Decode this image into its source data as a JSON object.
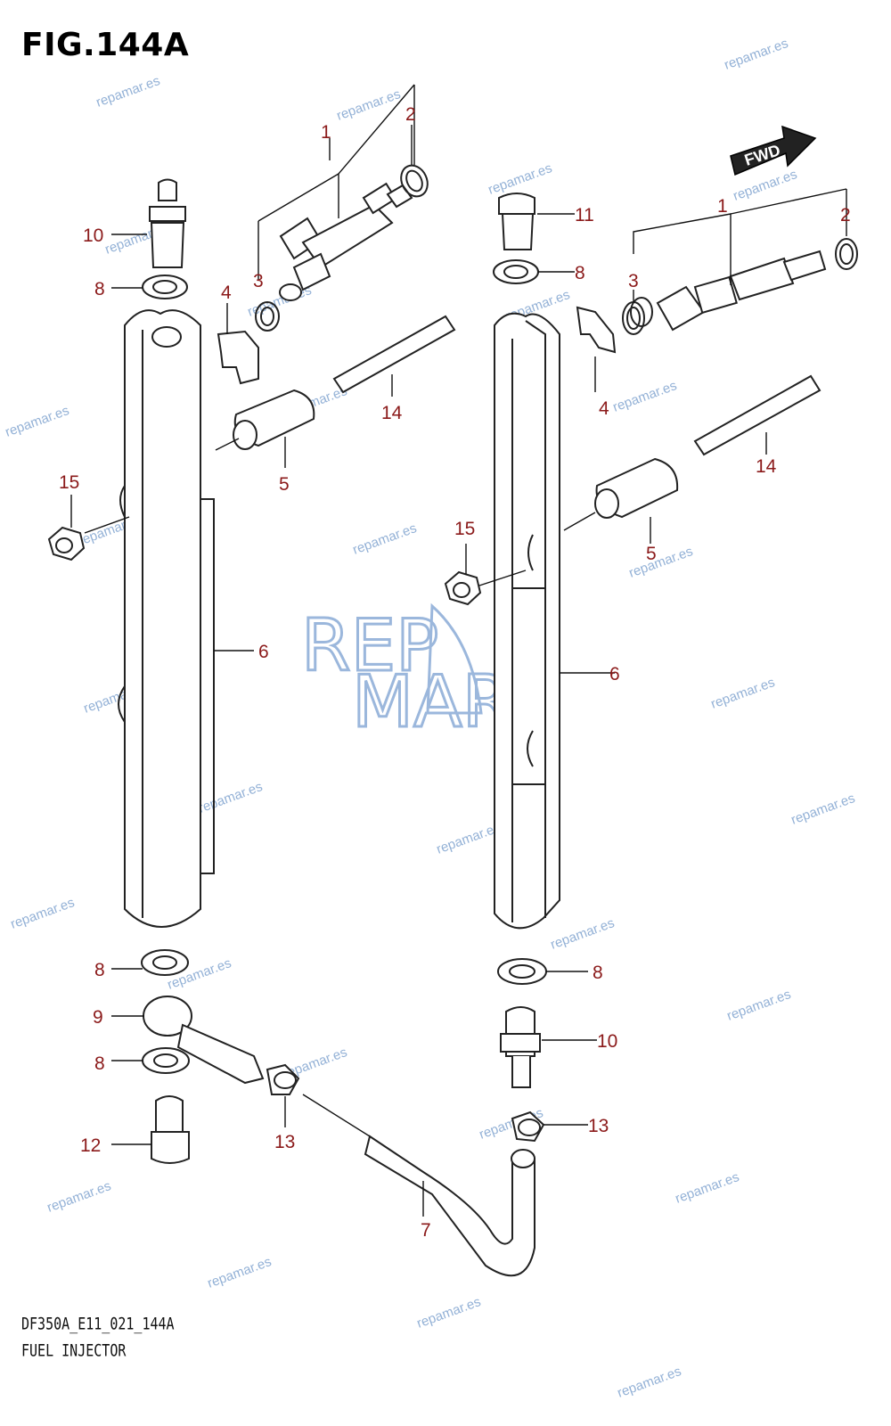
{
  "figure": {
    "title": "FIG.144A",
    "model_code": "DF350A_E11_021_144A",
    "part_name": "FUEL INJECTOR"
  },
  "direction_badge": {
    "text": "FWD",
    "icon": "forward-arrow-icon"
  },
  "watermark": {
    "text": "repamar.es",
    "logo_line1": "REP",
    "logo_line2": "MAR",
    "color": "#6f97c9"
  },
  "callout_color": "#8b1a1a",
  "callouts": [
    {
      "id": "c1a",
      "label": "1"
    },
    {
      "id": "c2a",
      "label": "2"
    },
    {
      "id": "c3a",
      "label": "3"
    },
    {
      "id": "c4a",
      "label": "4"
    },
    {
      "id": "c5a",
      "label": "5"
    },
    {
      "id": "c6a",
      "label": "6"
    },
    {
      "id": "c8a",
      "label": "8"
    },
    {
      "id": "c10a",
      "label": "10"
    },
    {
      "id": "c14a",
      "label": "14"
    },
    {
      "id": "c15a",
      "label": "15"
    },
    {
      "id": "c8b",
      "label": "8"
    },
    {
      "id": "c9",
      "label": "9"
    },
    {
      "id": "c8c",
      "label": "8"
    },
    {
      "id": "c12",
      "label": "12"
    },
    {
      "id": "c13a",
      "label": "13"
    },
    {
      "id": "c7",
      "label": "7"
    },
    {
      "id": "c1b",
      "label": "1"
    },
    {
      "id": "c2b",
      "label": "2"
    },
    {
      "id": "c3b",
      "label": "3"
    },
    {
      "id": "c4b",
      "label": "4"
    },
    {
      "id": "c5b",
      "label": "5"
    },
    {
      "id": "c6b",
      "label": "6"
    },
    {
      "id": "c8d",
      "label": "8"
    },
    {
      "id": "c11",
      "label": "11"
    },
    {
      "id": "c14b",
      "label": "14"
    },
    {
      "id": "c15b",
      "label": "15"
    },
    {
      "id": "c8e",
      "label": "8"
    },
    {
      "id": "c10b",
      "label": "10"
    },
    {
      "id": "c13b",
      "label": "13"
    }
  ]
}
